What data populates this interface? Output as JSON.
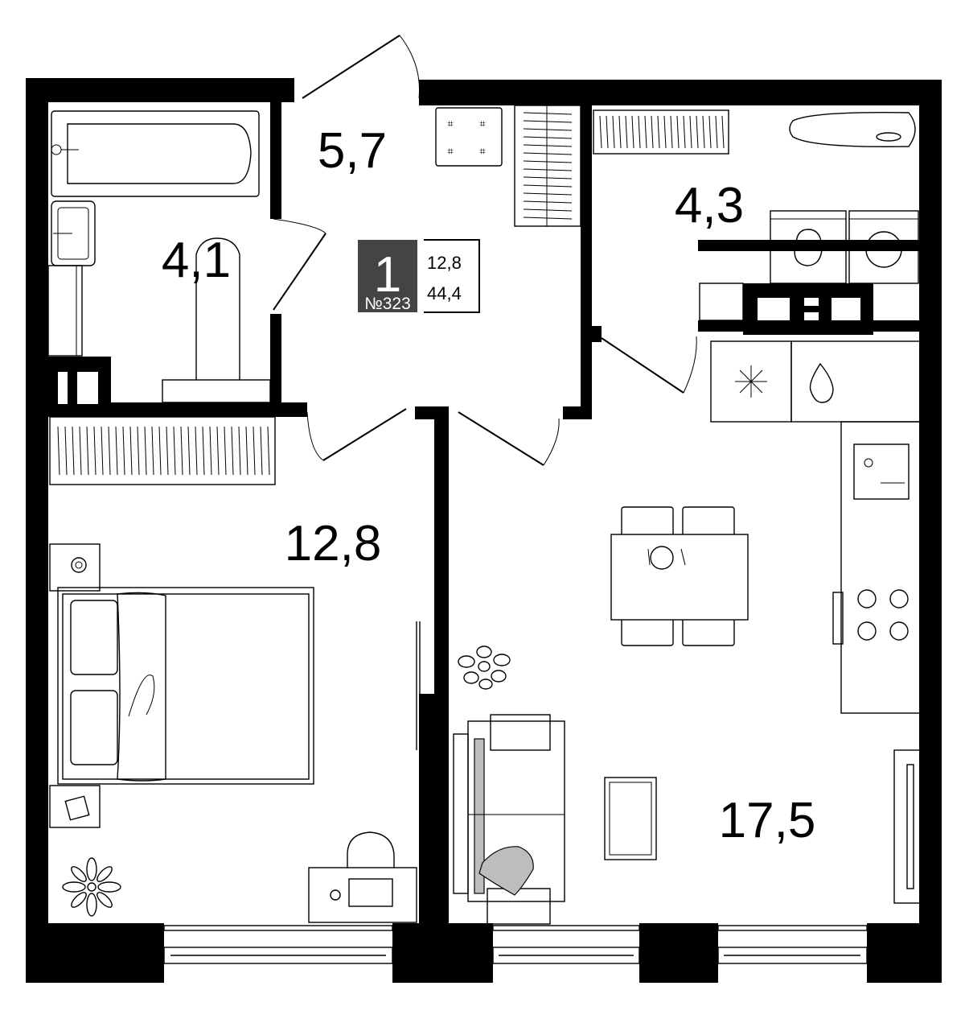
{
  "rooms": [
    {
      "id": "hall",
      "area": "5,7"
    },
    {
      "id": "bathroom",
      "area": "4,1"
    },
    {
      "id": "laundry",
      "area": "4,3"
    },
    {
      "id": "bedroom",
      "area": "12,8"
    },
    {
      "id": "kitchen-living",
      "area": "17,5"
    }
  ],
  "badge": {
    "rooms_count": "1",
    "apartment_number": "№323",
    "living_area": "12,8",
    "total_area": "44,4",
    "background_color": "#444444"
  }
}
